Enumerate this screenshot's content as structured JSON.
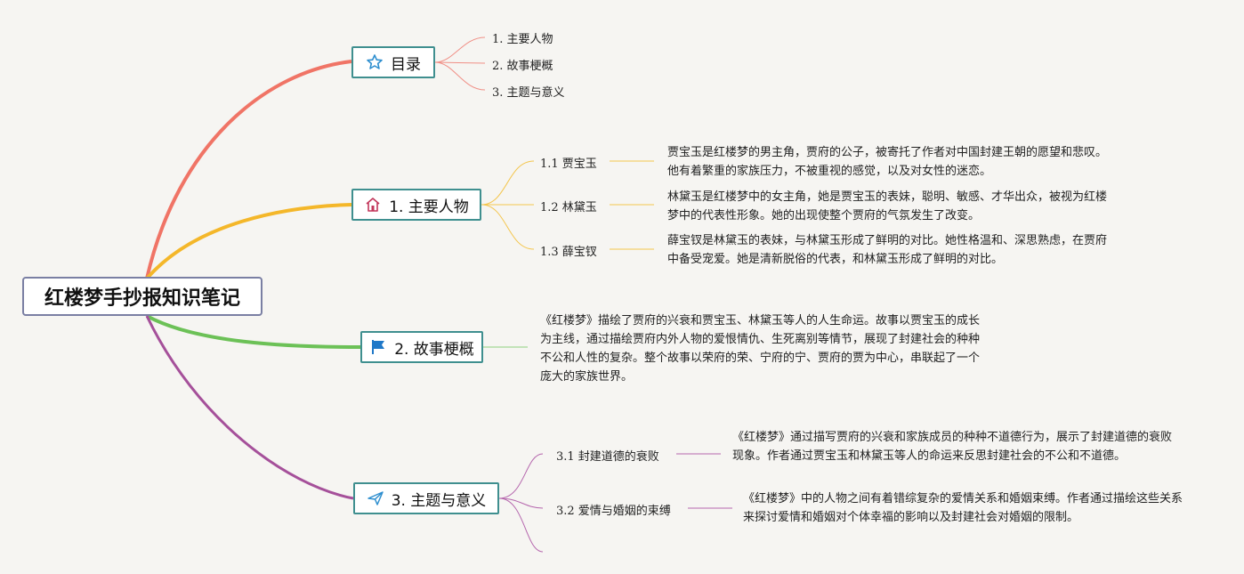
{
  "root": {
    "title": "红楼梦手抄报知识笔记"
  },
  "topics": {
    "toc": {
      "label": "目录",
      "icon": "star-icon",
      "color": "#f07466",
      "items": [
        "1. 主要人物",
        "2. 故事梗概",
        "3. 主题与意义"
      ]
    },
    "characters": {
      "label": "1. 主要人物",
      "icon": "home-icon",
      "color": "#f4b72a",
      "items": [
        {
          "label": "1.1 贾宝玉",
          "desc": "贾宝玉是红楼梦的男主角，贾府的公子，被寄托了作者对中国封建王朝的愿望和悲叹。他有着繁重的家族压力，不被重视的感觉，以及对女性的迷恋。"
        },
        {
          "label": "1.2 林黛玉",
          "desc": "林黛玉是红楼梦中的女主角，她是贾宝玉的表妹，聪明、敏感、才华出众，被视为红楼梦中的代表性形象。她的出现使整个贾府的气氛发生了改变。"
        },
        {
          "label": "1.3 薛宝钗",
          "desc": "薛宝钗是林黛玉的表妹，与林黛玉形成了鲜明的对比。她性格温和、深思熟虑，在贾府中备受宠爱。她是清新脱俗的代表，和林黛玉形成了鲜明的对比。"
        }
      ]
    },
    "story": {
      "label": "2. 故事梗概",
      "icon": "flag-icon",
      "color": "#6cc157",
      "desc": "《红楼梦》描绘了贾府的兴衰和贾宝玉、林黛玉等人的人生命运。故事以贾宝玉的成长为主线，通过描绘贾府内外人物的爱恨情仇、生死离别等情节，展现了封建社会的种种不公和人性的复杂。整个故事以荣府的荣、宁府的宁、贾府的贾为中心，串联起了一个庞大的家族世界。"
    },
    "themes": {
      "label": "3. 主题与意义",
      "icon": "send-icon",
      "color": "#a5509a",
      "items": [
        {
          "label": "3.1 封建道德的衰败",
          "desc": "《红楼梦》通过描写贾府的兴衰和家族成员的种种不道德行为，展示了封建道德的衰败现象。作者通过贾宝玉和林黛玉等人的命运来反思封建社会的不公和不道德。"
        },
        {
          "label": "3.2 爱情与婚姻的束缚",
          "desc": "《红楼梦》中的人物之间有着错综复杂的爱情关系和婚姻束缚。作者通过描绘这些关系来探讨爱情和婚姻对个体幸福的影响以及封建社会对婚姻的限制。"
        }
      ]
    }
  }
}
